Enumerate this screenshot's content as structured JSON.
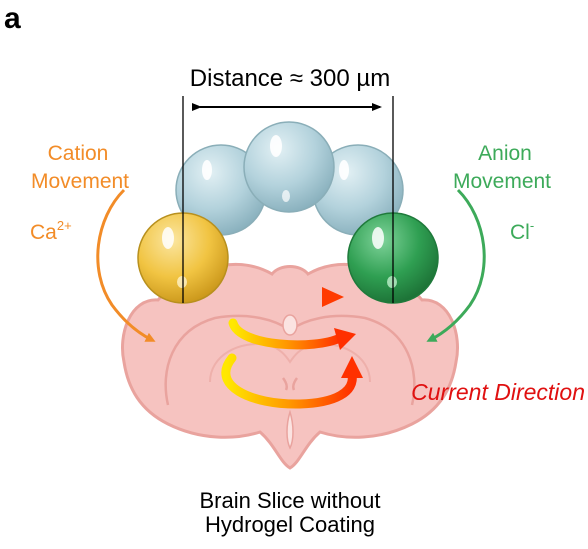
{
  "panel_label": "a",
  "distance_label": "Distance ≈ 300 µm",
  "cation": {
    "line1": "Cation",
    "line2": "Movement",
    "ion_base": "Ca",
    "ion_sup": "2+",
    "color": "#f28c28"
  },
  "anion": {
    "line1": "Anion",
    "line2": "Movement",
    "ion_base": "Cl",
    "ion_sup": "-",
    "color": "#3daa5a"
  },
  "current_label": "Current Direction",
  "current_color": "#e01010",
  "caption": {
    "line1": "Brain Slice without",
    "line2": "Hydrogel Coating"
  },
  "colors": {
    "hydrogel_bead": "#a9ccd6",
    "cathode_bead": "#f2c84b",
    "anode_bead": "#2e9e4f",
    "brain_fill": "#f6c3c0",
    "brain_stroke": "#e9a39e"
  }
}
